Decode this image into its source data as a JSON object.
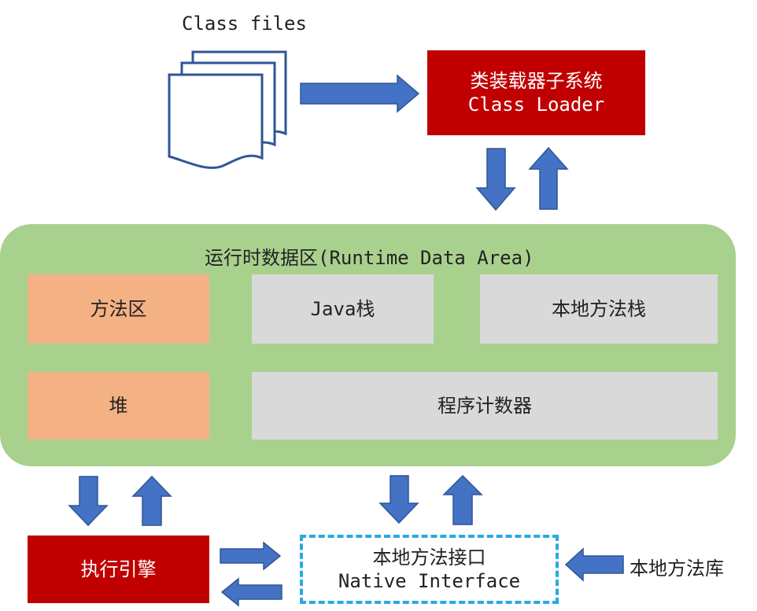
{
  "class_files": {
    "label": "Class files"
  },
  "class_loader": {
    "line1": "类装载器子系统",
    "line2": "Class Loader"
  },
  "runtime_data_area": {
    "title": "运行时数据区(Runtime Data Area)",
    "method_area": "方法区",
    "java_stack": "Java栈",
    "native_method_stack": "本地方法栈",
    "heap": "堆",
    "program_counter": "程序计数器"
  },
  "execution_engine": {
    "label": "执行引擎"
  },
  "native_interface": {
    "line1": "本地方法接口",
    "line2": "Native Interface"
  },
  "native_library": {
    "label": "本地方法库"
  },
  "colors": {
    "red_box": "#C00000",
    "runtime_area": "#A9D18E",
    "orange_box": "#F4B183",
    "grey_box": "#D9D9D9",
    "arrow_fill": "#4472C4",
    "arrow_stroke": "#2F5597",
    "dashed_border": "#2AA9E0",
    "document_stroke": "#2F5597"
  },
  "icons": {
    "document_stack": "document-stack-icon",
    "arrows": [
      "arrow-right-icon",
      "arrow-down-icon",
      "arrow-up-icon",
      "arrow-left-icon"
    ]
  }
}
